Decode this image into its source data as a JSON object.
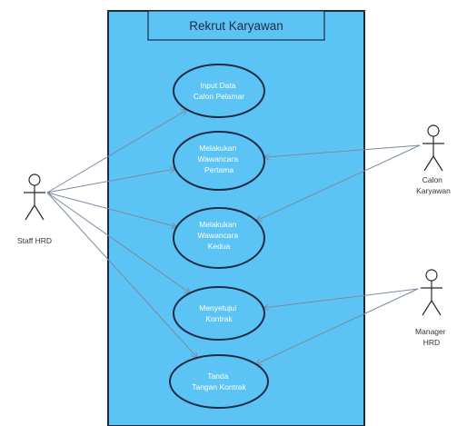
{
  "system": {
    "title": "Rekrut Karyawan"
  },
  "use_cases": [
    {
      "lines": [
        "Input Data",
        "Calon Pelamar"
      ]
    },
    {
      "lines": [
        "Melakukan",
        "Wawancara",
        "Pertama"
      ]
    },
    {
      "lines": [
        "Melakukan",
        "Wawancara",
        "Kedua"
      ]
    },
    {
      "lines": [
        "Menyetujui",
        "Kontrak"
      ]
    },
    {
      "lines": [
        "Tanda",
        "Tangan Kontrak"
      ]
    }
  ],
  "actors": [
    {
      "lines": [
        "Staff HRD"
      ]
    },
    {
      "lines": [
        "Calon",
        "Karyawan"
      ]
    },
    {
      "lines": [
        "Manager",
        "HRD"
      ]
    }
  ],
  "associations": [
    {
      "actor": 0,
      "use_case": 0
    },
    {
      "actor": 0,
      "use_case": 1
    },
    {
      "actor": 0,
      "use_case": 2
    },
    {
      "actor": 0,
      "use_case": 3
    },
    {
      "actor": 0,
      "use_case": 4
    },
    {
      "actor": 1,
      "use_case": 1
    },
    {
      "actor": 1,
      "use_case": 2
    },
    {
      "actor": 2,
      "use_case": 3
    },
    {
      "actor": 2,
      "use_case": 4
    }
  ],
  "colors": {
    "system_fill": "#5cc4f5",
    "outline": "#1f2a44",
    "use_case_text": "#ffffff"
  }
}
